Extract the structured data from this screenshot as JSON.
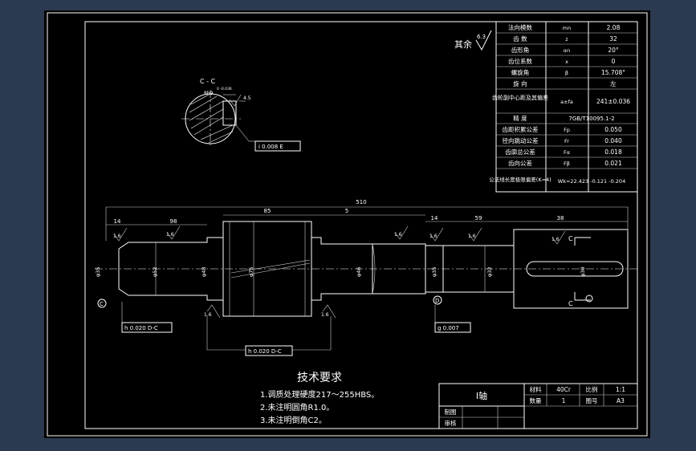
{
  "param_table": {
    "rows": [
      {
        "name": "法向模数",
        "sym": "mn",
        "val": "2.08"
      },
      {
        "name": "齿 数",
        "sym": "z",
        "val": "32"
      },
      {
        "name": "齿形角",
        "sym": "αn",
        "val": "20°"
      },
      {
        "name": "齿位系数",
        "sym": "x",
        "val": "0"
      },
      {
        "name": "螺旋角",
        "sym": "β",
        "val": "15.708°"
      },
      {
        "name": "旋 向",
        "sym": "",
        "val": "左"
      },
      {
        "name": "齿轮副中心距及其偏差",
        "sym": "a±fa",
        "val": "241±0.036"
      },
      {
        "name": "精 度",
        "sym": "",
        "val": "7GB/T10095.1-2"
      },
      {
        "name": "齿距积累公差",
        "sym": "Fp",
        "val": "0.050"
      },
      {
        "name": "径向跳动公差",
        "sym": "Fr",
        "val": "0.040"
      },
      {
        "name": "齿廓总公差",
        "sym": "Fα",
        "val": "0.018"
      },
      {
        "name": "齿向公差",
        "sym": "Fβ",
        "val": "0.021"
      },
      {
        "name": "公法线长度极限偏差(K=4)",
        "sym": "",
        "val": "Wk=22.423 -0.121 -0.204"
      }
    ]
  },
  "rest_roughness": {
    "label": "其余",
    "value": "6.3"
  },
  "section_view": {
    "title": "C - C",
    "dim_top": "8h9",
    "tol_top": "0 -0.036",
    "dim_side": "4.5",
    "tolerance": "i 0.008 E"
  },
  "dimensions": {
    "overall": "510",
    "d_85": "85",
    "d_5": "5",
    "d_14a": "14",
    "d_98": "98",
    "d_14b": "14",
    "d_59": "59",
    "d_38": "38",
    "dia_35": "φ35",
    "dia_52": "φ52",
    "dia_48": "φ48",
    "dia_75": "φ75",
    "dia_46": "φ46",
    "dia_35b": "φ35",
    "dia_32": "φ32",
    "dia_30": "φ30",
    "ra1": "1.6",
    "ra2": "1.6",
    "ra3": "1.6",
    "ra4": "1.6",
    "ra5": "1.6",
    "ra6": "1.6",
    "ra7": "1.6",
    "ra8": "1.6"
  },
  "datums": {
    "left": "C",
    "right": "D"
  },
  "tolerances": {
    "tol1": "h 0.020 D-C",
    "tol2": "h 0.020 D-C",
    "tol3": "g 0.007"
  },
  "section_marks": {
    "top": "C",
    "bottom": "C"
  },
  "tech_requirements": {
    "title": "技术要求",
    "items": [
      "1.调质处理硬度217～255HBS。",
      "2.未注明圆角R1.0。",
      "3.未注明倒角C2。"
    ]
  },
  "title_block": {
    "part_name": "I轴",
    "material_label": "材料",
    "material": "40Cr",
    "scale_label": "比例",
    "scale": "1:1",
    "qty_label": "数量",
    "qty": "1",
    "drawing_no_label": "图号",
    "drawing_no": "A3",
    "drawn_label": "制图",
    "checked_label": "审核"
  },
  "colors": {
    "background": "#000000",
    "frame": "#2b3a50",
    "lines": "#ffffff"
  }
}
